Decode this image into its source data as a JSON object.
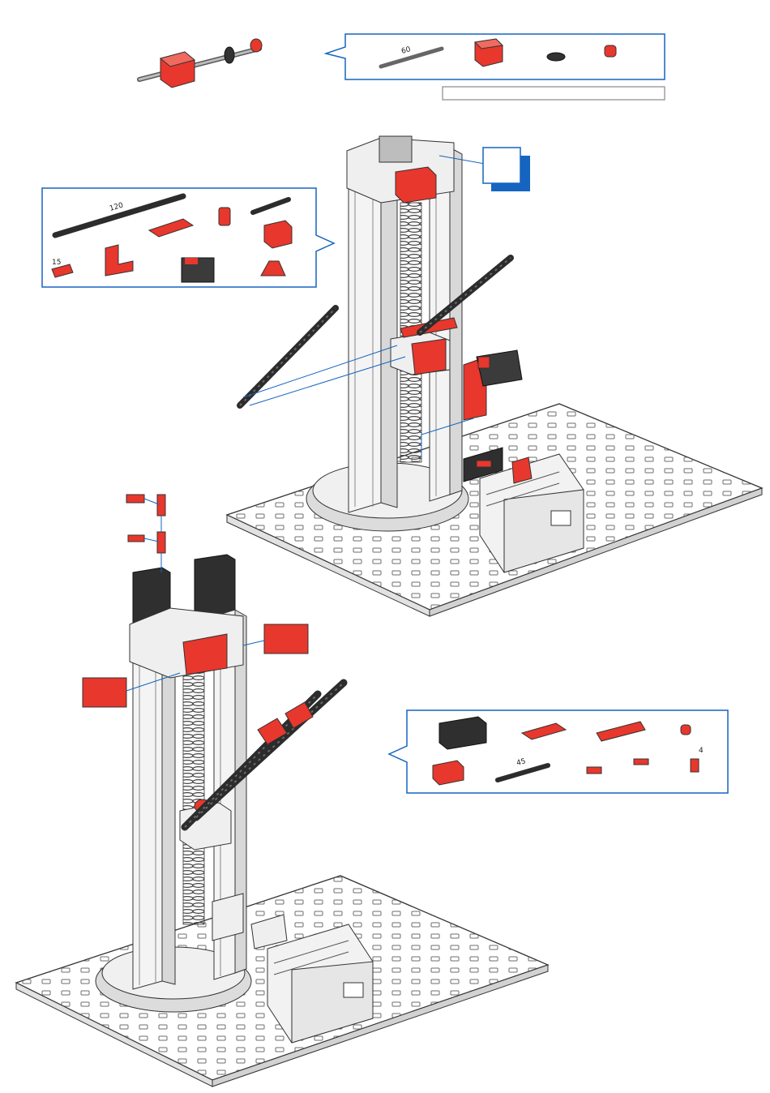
{
  "parts_box_top": {
    "axle_length_label": "60"
  },
  "parts_box_left": {
    "rail_length_label": "120",
    "strip_length_label": "15"
  },
  "parts_box_right": {
    "link_length_label": "45",
    "small_part_count": "4"
  },
  "colors": {
    "accent": "#e8372c",
    "dark_part": "#3a3a3a",
    "callout": "#1565c0",
    "step_marker": "#1565c0"
  }
}
